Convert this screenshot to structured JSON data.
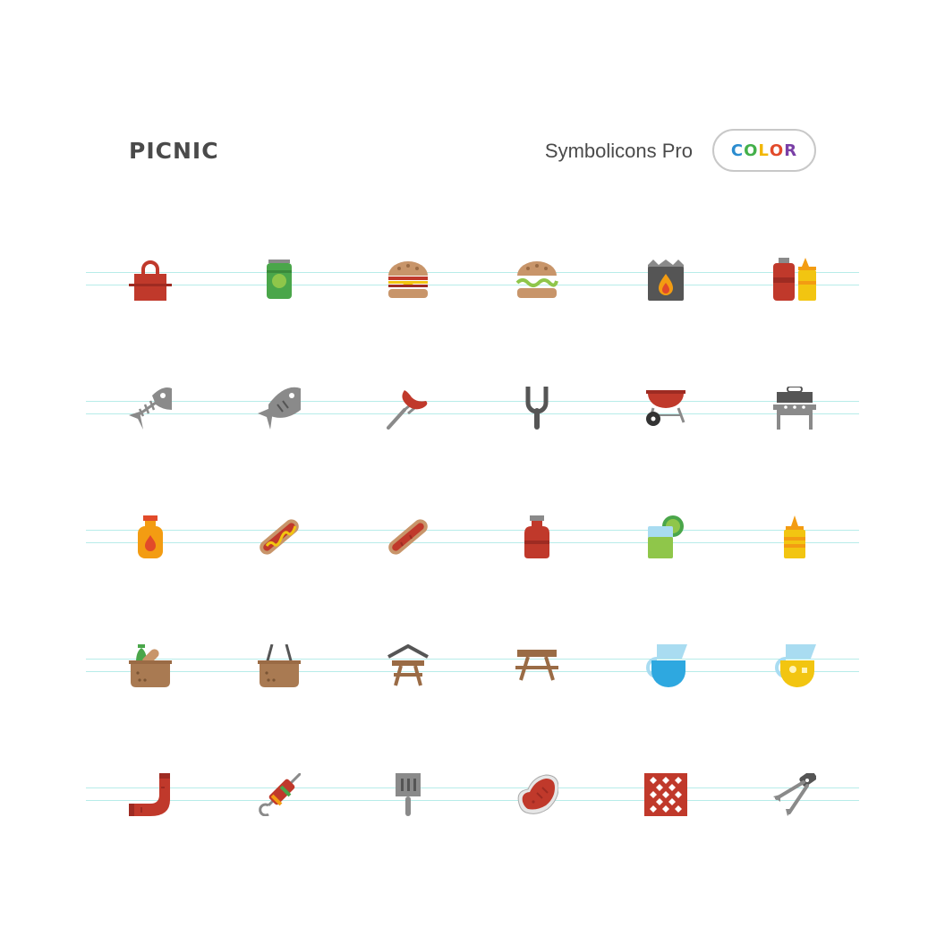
{
  "header": {
    "title": "PICNIC",
    "brand": "Symbolicons Pro",
    "badge_letters": [
      {
        "char": "C",
        "color": "#2b8ccf"
      },
      {
        "char": "O",
        "color": "#43b04a"
      },
      {
        "char": "L",
        "color": "#f2b705"
      },
      {
        "char": "O",
        "color": "#e24a2a"
      },
      {
        "char": "R",
        "color": "#7a3fa6"
      }
    ]
  },
  "colors": {
    "red": "#c0392b",
    "dark_red": "#9e2b22",
    "gray": "#8a8a8a",
    "dark_gray": "#555555",
    "green": "#4aa64a",
    "tan": "#c8956a",
    "brown": "#9a6b45",
    "yellow": "#f2c511",
    "orange": "#f39c12",
    "blue": "#2ea8e0",
    "light_blue": "#a9dcf1",
    "guide": "#b7ece9"
  },
  "icons": [
    [
      "bag-icon",
      "soda-can-icon",
      "cheeseburger-icon",
      "burger-icon",
      "charcoal-bag-icon",
      "ketchup-mustard-icon"
    ],
    [
      "fish-bone-icon",
      "grilled-fish-icon",
      "sausage-fork-icon",
      "bbq-fork-icon",
      "kettle-grill-icon",
      "gas-grill-icon"
    ],
    [
      "hot-sauce-icon",
      "hotdog-mustard-icon",
      "hotdog-icon",
      "ketchup-bottle-icon",
      "lemonade-glass-icon",
      "mustard-bottle-icon"
    ],
    [
      "picnic-basket-food-icon",
      "picnic-basket-icon",
      "picnic-shelter-icon",
      "picnic-table-icon",
      "water-pitcher-icon",
      "lemonade-pitcher-icon"
    ],
    [
      "sausage-link-icon",
      "kebab-icon",
      "spatula-icon",
      "steak-icon",
      "picnic-blanket-icon",
      "bbq-tongs-icon"
    ]
  ]
}
